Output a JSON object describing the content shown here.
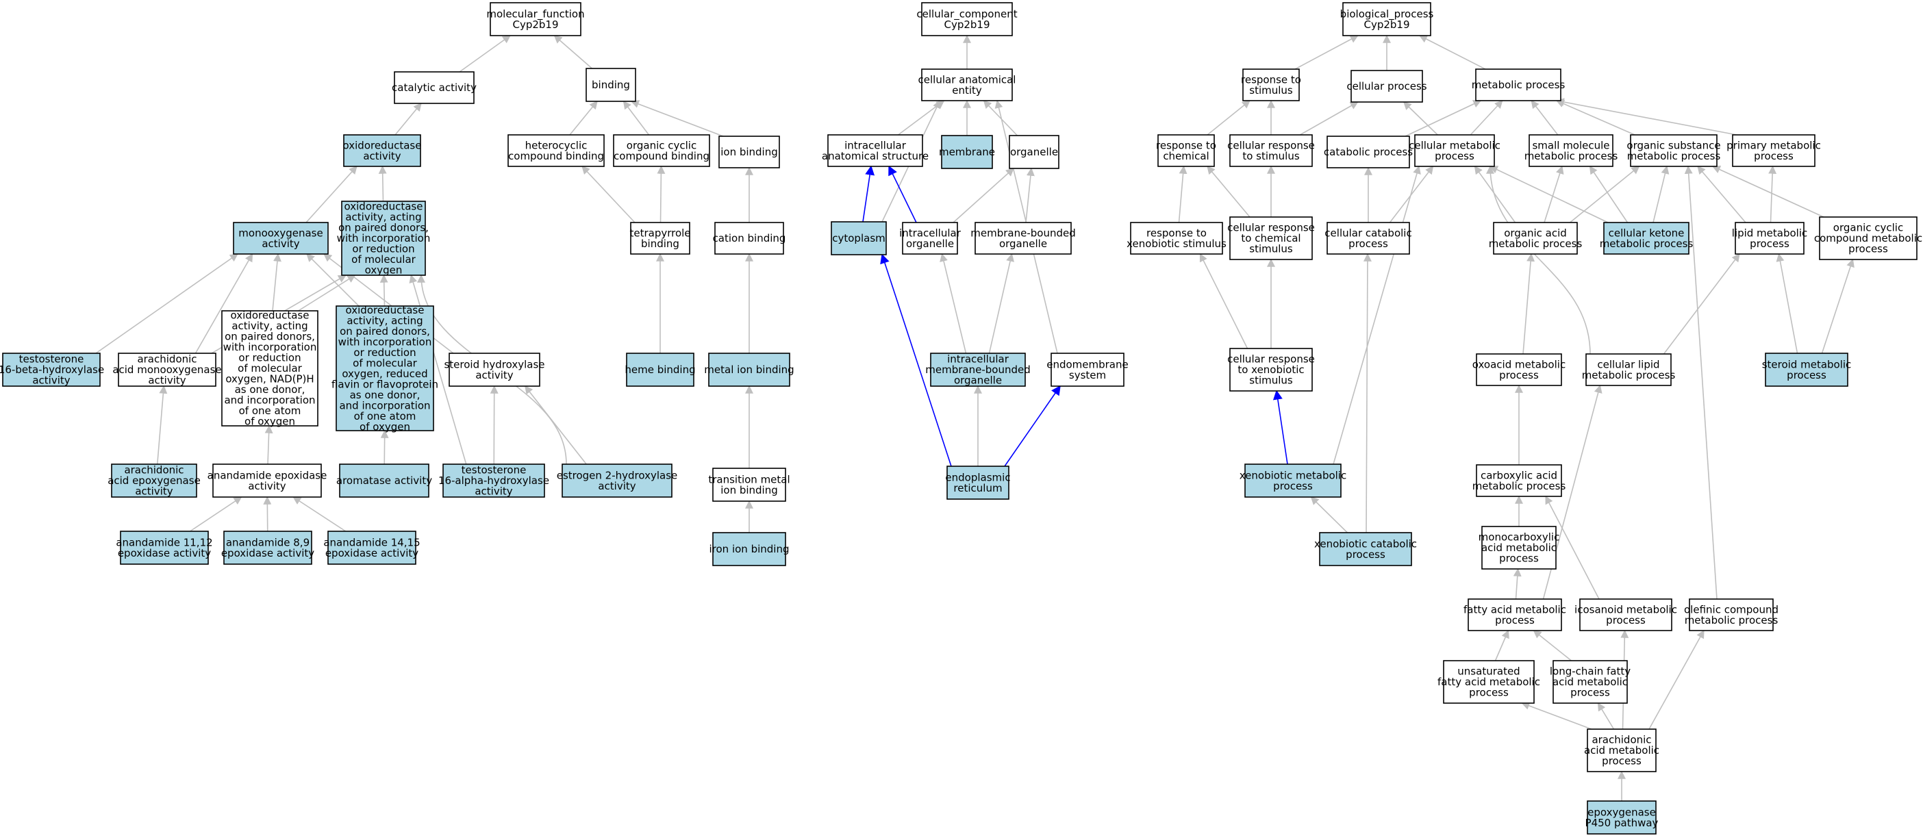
{
  "colors": {
    "highlight": "#add8e6",
    "plain": "#ffffff",
    "edge": "#bfbfbf",
    "edge_blue": "#0000ff",
    "border": "#000000"
  },
  "nodes": [
    {
      "id": "mf",
      "lines": [
        "molecular_function",
        "Cyp2b19"
      ],
      "hl": false
    },
    {
      "id": "catalytic",
      "lines": [
        "catalytic activity"
      ],
      "hl": false
    },
    {
      "id": "binding",
      "lines": [
        "binding"
      ],
      "hl": false
    },
    {
      "id": "oxidoreductase",
      "lines": [
        "oxidoreductase",
        "activity"
      ],
      "hl": true
    },
    {
      "id": "heterocyclic",
      "lines": [
        "heterocyclic",
        "compound binding"
      ],
      "hl": false
    },
    {
      "id": "orgcyclicbind",
      "lines": [
        "organic cyclic",
        "compound binding"
      ],
      "hl": false
    },
    {
      "id": "ionbinding",
      "lines": [
        "ion binding"
      ],
      "hl": false
    },
    {
      "id": "monooxygenase",
      "lines": [
        "monooxygenase",
        "activity"
      ],
      "hl": true
    },
    {
      "id": "oxpaired",
      "lines": [
        "oxidoreductase",
        "activity, acting",
        "on paired donors,",
        "with incorporation",
        "or reduction",
        "of molecular",
        "oxygen"
      ],
      "hl": true
    },
    {
      "id": "tetrapyrrole",
      "lines": [
        "tetrapyrrole",
        "binding"
      ],
      "hl": false
    },
    {
      "id": "cationbinding",
      "lines": [
        "cation binding"
      ],
      "hl": false
    },
    {
      "id": "testo16beta",
      "lines": [
        "testosterone",
        "16-beta-hydroxylase",
        "activity"
      ],
      "hl": true
    },
    {
      "id": "arachmono",
      "lines": [
        "arachidonic",
        "acid monooxygenase",
        "activity"
      ],
      "hl": false
    },
    {
      "id": "oxnadph",
      "lines": [
        "oxidoreductase",
        "activity, acting",
        "on paired donors,",
        "with incorporation",
        "or reduction",
        "of molecular",
        "oxygen, NAD(P)H",
        "as one donor,",
        "and incorporation",
        "of one atom",
        "of oxygen"
      ],
      "hl": false
    },
    {
      "id": "oxflavin",
      "lines": [
        "oxidoreductase",
        "activity, acting",
        "on paired donors,",
        "with incorporation",
        "or reduction",
        "of molecular",
        "oxygen, reduced",
        "flavin or flavoprotein",
        "as one donor,",
        "and incorporation",
        "of one atom",
        "of oxygen"
      ],
      "hl": true
    },
    {
      "id": "steroidhydrox",
      "lines": [
        "steroid hydroxylase",
        "activity"
      ],
      "hl": false
    },
    {
      "id": "heme",
      "lines": [
        "heme binding"
      ],
      "hl": true
    },
    {
      "id": "metalion",
      "lines": [
        "metal ion binding"
      ],
      "hl": true
    },
    {
      "id": "arachepox",
      "lines": [
        "arachidonic",
        "acid epoxygenase",
        "activity"
      ],
      "hl": true
    },
    {
      "id": "anandepox",
      "lines": [
        "anandamide epoxidase",
        "activity"
      ],
      "hl": false
    },
    {
      "id": "aromatase",
      "lines": [
        "aromatase activity"
      ],
      "hl": true
    },
    {
      "id": "testo16alpha",
      "lines": [
        "testosterone",
        "16-alpha-hydroxylase",
        "activity"
      ],
      "hl": true
    },
    {
      "id": "estrogen",
      "lines": [
        "estrogen 2-hydroxylase",
        "activity"
      ],
      "hl": true
    },
    {
      "id": "transmetal",
      "lines": [
        "transition metal",
        "ion binding"
      ],
      "hl": false
    },
    {
      "id": "anand1112",
      "lines": [
        "anandamide 11,12",
        "epoxidase activity"
      ],
      "hl": true
    },
    {
      "id": "anand89",
      "lines": [
        "anandamide 8,9",
        "epoxidase activity"
      ],
      "hl": true
    },
    {
      "id": "anand1415",
      "lines": [
        "anandamide 14,15",
        "epoxidase activity"
      ],
      "hl": true
    },
    {
      "id": "iron",
      "lines": [
        "iron ion binding"
      ],
      "hl": true
    },
    {
      "id": "cc",
      "lines": [
        "cellular_component",
        "Cyp2b19"
      ],
      "hl": false
    },
    {
      "id": "cellanat",
      "lines": [
        "cellular anatomical",
        "entity"
      ],
      "hl": false
    },
    {
      "id": "intracellanat",
      "lines": [
        "intracellular",
        "anatomical structure"
      ],
      "hl": false
    },
    {
      "id": "membrane",
      "lines": [
        "membrane"
      ],
      "hl": true
    },
    {
      "id": "organelle",
      "lines": [
        "organelle"
      ],
      "hl": false
    },
    {
      "id": "cytoplasm",
      "lines": [
        "cytoplasm"
      ],
      "hl": true
    },
    {
      "id": "intraorganelle",
      "lines": [
        "intracellular",
        "organelle"
      ],
      "hl": false
    },
    {
      "id": "membbound",
      "lines": [
        "membrane-bounded",
        "organelle"
      ],
      "hl": false
    },
    {
      "id": "intramembbound",
      "lines": [
        "intracellular",
        "membrane-bounded",
        "organelle"
      ],
      "hl": true
    },
    {
      "id": "endomembrane",
      "lines": [
        "endomembrane",
        "system"
      ],
      "hl": false
    },
    {
      "id": "er",
      "lines": [
        "endoplasmic",
        "reticulum"
      ],
      "hl": true
    },
    {
      "id": "bp",
      "lines": [
        "biological_process",
        "Cyp2b19"
      ],
      "hl": false
    },
    {
      "id": "respstim",
      "lines": [
        "response to",
        "stimulus"
      ],
      "hl": false
    },
    {
      "id": "cellproc",
      "lines": [
        "cellular process"
      ],
      "hl": false
    },
    {
      "id": "metproc",
      "lines": [
        "metabolic process"
      ],
      "hl": false
    },
    {
      "id": "respchem",
      "lines": [
        "response to",
        "chemical"
      ],
      "hl": false
    },
    {
      "id": "cellrespstim",
      "lines": [
        "cellular response",
        "to stimulus"
      ],
      "hl": false
    },
    {
      "id": "catabolic",
      "lines": [
        "catabolic process"
      ],
      "hl": false
    },
    {
      "id": "cellmet",
      "lines": [
        "cellular metabolic",
        "process"
      ],
      "hl": false
    },
    {
      "id": "smallmol",
      "lines": [
        "small molecule",
        "metabolic process"
      ],
      "hl": false
    },
    {
      "id": "orgsubst",
      "lines": [
        "organic substance",
        "metabolic process"
      ],
      "hl": false
    },
    {
      "id": "primmet",
      "lines": [
        "primary metabolic",
        "process"
      ],
      "hl": false
    },
    {
      "id": "respxeno",
      "lines": [
        "response to",
        "xenobiotic stimulus"
      ],
      "hl": false
    },
    {
      "id": "cellrespchem",
      "lines": [
        "cellular response",
        "to chemical",
        "stimulus"
      ],
      "hl": false
    },
    {
      "id": "cellcatab",
      "lines": [
        "cellular catabolic",
        "process"
      ],
      "hl": false
    },
    {
      "id": "orgacid",
      "lines": [
        "organic acid",
        "metabolic process"
      ],
      "hl": false
    },
    {
      "id": "cellketone",
      "lines": [
        "cellular ketone",
        "metabolic process"
      ],
      "hl": true
    },
    {
      "id": "lipidmet",
      "lines": [
        "lipid metabolic",
        "process"
      ],
      "hl": false
    },
    {
      "id": "orgcyclicmet",
      "lines": [
        "organic cyclic",
        "compound metabolic",
        "process"
      ],
      "hl": false
    },
    {
      "id": "cellrespxeno",
      "lines": [
        "cellular response",
        "to xenobiotic",
        "stimulus"
      ],
      "hl": false
    },
    {
      "id": "oxoacid",
      "lines": [
        "oxoacid metabolic",
        "process"
      ],
      "hl": false
    },
    {
      "id": "celllipid",
      "lines": [
        "cellular lipid",
        "metabolic process"
      ],
      "hl": false
    },
    {
      "id": "steroidmet",
      "lines": [
        "steroid metabolic",
        "process"
      ],
      "hl": true
    },
    {
      "id": "xenomet",
      "lines": [
        "xenobiotic metabolic",
        "process"
      ],
      "hl": true
    },
    {
      "id": "carboxylic",
      "lines": [
        "carboxylic acid",
        "metabolic process"
      ],
      "hl": false
    },
    {
      "id": "xenocatab",
      "lines": [
        "xenobiotic catabolic",
        "process"
      ],
      "hl": true
    },
    {
      "id": "monocarb",
      "lines": [
        "monocarboxylic",
        "acid metabolic",
        "process"
      ],
      "hl": false
    },
    {
      "id": "fattyacid",
      "lines": [
        "fatty acid metabolic",
        "process"
      ],
      "hl": false
    },
    {
      "id": "icosanoid",
      "lines": [
        "icosanoid metabolic",
        "process"
      ],
      "hl": false
    },
    {
      "id": "olefinic",
      "lines": [
        "olefinic compound",
        "metabolic process"
      ],
      "hl": false
    },
    {
      "id": "unsatfatty",
      "lines": [
        "unsaturated",
        "fatty acid metabolic",
        "process"
      ],
      "hl": false
    },
    {
      "id": "longchain",
      "lines": [
        "long-chain fatty",
        "acid metabolic",
        "process"
      ],
      "hl": false
    },
    {
      "id": "arachmet",
      "lines": [
        "arachidonic",
        "acid metabolic",
        "process"
      ],
      "hl": false
    },
    {
      "id": "epoxygenase",
      "lines": [
        "epoxygenase",
        "P450 pathway"
      ],
      "hl": true
    }
  ],
  "edges": [
    [
      "catalytic",
      "mf",
      0
    ],
    [
      "binding",
      "mf",
      0
    ],
    [
      "oxidoreductase",
      "catalytic",
      0
    ],
    [
      "heterocyclic",
      "binding",
      0
    ],
    [
      "orgcyclicbind",
      "binding",
      0
    ],
    [
      "ionbinding",
      "binding",
      0
    ],
    [
      "monooxygenase",
      "oxidoreductase",
      0
    ],
    [
      "oxpaired",
      "oxidoreductase",
      0
    ],
    [
      "tetrapyrrole",
      "heterocyclic",
      0
    ],
    [
      "tetrapyrrole",
      "orgcyclicbind",
      0
    ],
    [
      "cationbinding",
      "ionbinding",
      0
    ],
    [
      "testo16beta",
      "monooxygenase",
      0
    ],
    [
      "arachmono",
      "monooxygenase",
      0
    ],
    [
      "arachmono",
      "oxpaired",
      0
    ],
    [
      "oxnadph",
      "monooxygenase",
      0
    ],
    [
      "oxnadph",
      "oxpaired",
      0
    ],
    [
      "oxflavin",
      "monooxygenase",
      0
    ],
    [
      "oxflavin",
      "oxpaired",
      0
    ],
    [
      "steroidhydrox",
      "monooxygenase",
      0
    ],
    [
      "heme",
      "tetrapyrrole",
      0
    ],
    [
      "metalion",
      "cationbinding",
      0
    ],
    [
      "arachepox",
      "arachmono",
      0
    ],
    [
      "anandepox",
      "oxnadph",
      0
    ],
    [
      "aromatase",
      "oxflavin",
      0
    ],
    [
      "testo16alpha",
      "steroidhydrox",
      0
    ],
    [
      "testo16alpha",
      "oxpaired",
      0
    ],
    [
      "estrogen",
      "steroidhydrox",
      0
    ],
    [
      "estrogen",
      "oxpaired",
      0
    ],
    [
      "transmetal",
      "metalion",
      0
    ],
    [
      "anand1112",
      "anandepox",
      0
    ],
    [
      "anand89",
      "anandepox",
      0
    ],
    [
      "anand1415",
      "anandepox",
      0
    ],
    [
      "iron",
      "transmetal",
      0
    ],
    [
      "cellanat",
      "cc",
      0
    ],
    [
      "intracellanat",
      "cellanat",
      0
    ],
    [
      "membrane",
      "cellanat",
      0
    ],
    [
      "organelle",
      "cellanat",
      0
    ],
    [
      "cytoplasm",
      "cellanat",
      0
    ],
    [
      "cytoplasm",
      "intracellanat",
      1
    ],
    [
      "intraorganelle",
      "intracellanat",
      1
    ],
    [
      "intraorganelle",
      "organelle",
      0
    ],
    [
      "membbound",
      "organelle",
      0
    ],
    [
      "intramembbound",
      "intraorganelle",
      0
    ],
    [
      "intramembbound",
      "membbound",
      0
    ],
    [
      "endomembrane",
      "cellanat",
      0
    ],
    [
      "er",
      "cytoplasm",
      1
    ],
    [
      "er",
      "intramembbound",
      0
    ],
    [
      "er",
      "endomembrane",
      1
    ],
    [
      "respstim",
      "bp",
      0
    ],
    [
      "cellproc",
      "bp",
      0
    ],
    [
      "metproc",
      "bp",
      0
    ],
    [
      "respchem",
      "respstim",
      0
    ],
    [
      "cellrespstim",
      "respstim",
      0
    ],
    [
      "cellrespstim",
      "cellproc",
      0
    ],
    [
      "catabolic",
      "metproc",
      0
    ],
    [
      "cellmet",
      "cellproc",
      0
    ],
    [
      "cellmet",
      "metproc",
      0
    ],
    [
      "smallmol",
      "metproc",
      0
    ],
    [
      "orgsubst",
      "metproc",
      0
    ],
    [
      "primmet",
      "metproc",
      0
    ],
    [
      "respxeno",
      "respchem",
      0
    ],
    [
      "cellrespchem",
      "respchem",
      0
    ],
    [
      "cellrespchem",
      "cellrespstim",
      0
    ],
    [
      "cellcatab",
      "catabolic",
      0
    ],
    [
      "cellcatab",
      "cellmet",
      0
    ],
    [
      "orgacid",
      "cellmet",
      0
    ],
    [
      "orgacid",
      "smallmol",
      0
    ],
    [
      "orgacid",
      "orgsubst",
      0
    ],
    [
      "cellketone",
      "cellmet",
      0
    ],
    [
      "cellketone",
      "smallmol",
      0
    ],
    [
      "cellketone",
      "orgsubst",
      0
    ],
    [
      "lipidmet",
      "orgsubst",
      0
    ],
    [
      "lipidmet",
      "primmet",
      0
    ],
    [
      "orgcyclicmet",
      "orgsubst",
      0
    ],
    [
      "cellrespxeno",
      "respxeno",
      0
    ],
    [
      "cellrespxeno",
      "cellrespchem",
      0
    ],
    [
      "oxoacid",
      "orgacid",
      0
    ],
    [
      "celllipid",
      "cellmet",
      0
    ],
    [
      "celllipid",
      "lipidmet",
      0
    ],
    [
      "steroidmet",
      "lipidmet",
      0
    ],
    [
      "steroidmet",
      "orgcyclicmet",
      0
    ],
    [
      "xenomet",
      "cellrespxeno",
      1
    ],
    [
      "xenomet",
      "cellmet",
      0
    ],
    [
      "carboxylic",
      "oxoacid",
      0
    ],
    [
      "xenocatab",
      "xenomet",
      0
    ],
    [
      "xenocatab",
      "cellcatab",
      0
    ],
    [
      "monocarb",
      "carboxylic",
      0
    ],
    [
      "fattyacid",
      "monocarb",
      0
    ],
    [
      "fattyacid",
      "celllipid",
      0
    ],
    [
      "icosanoid",
      "carboxylic",
      0
    ],
    [
      "olefinic",
      "orgsubst",
      0
    ],
    [
      "unsatfatty",
      "fattyacid",
      0
    ],
    [
      "longchain",
      "fattyacid",
      0
    ],
    [
      "arachmet",
      "unsatfatty",
      0
    ],
    [
      "arachmet",
      "longchain",
      0
    ],
    [
      "arachmet",
      "icosanoid",
      0
    ],
    [
      "arachmet",
      "olefinic",
      0
    ],
    [
      "epoxygenase",
      "arachmet",
      0
    ]
  ]
}
